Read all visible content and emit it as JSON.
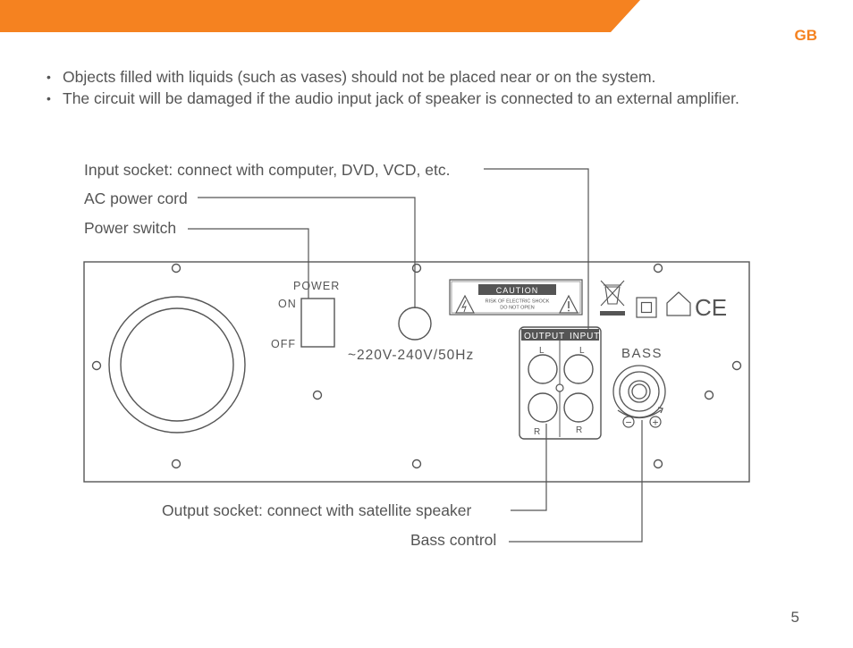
{
  "header": {
    "lang_code": "GB",
    "accent_color": "#F58220"
  },
  "notes": [
    "Objects filled with liquids (such as vases) should not be placed near or on the system.",
    "The circuit will be damaged if the audio input jack of speaker is connected to an external amplifier."
  ],
  "callouts": {
    "input_socket": "Input socket:  connect with computer, DVD, VCD, etc.",
    "ac_power_cord": "AC power cord",
    "power_switch": "Power switch",
    "output_socket": "Output socket: connect with satellite speaker",
    "bass_control": "Bass control"
  },
  "panel": {
    "power_label": "POWER",
    "on_label": "ON",
    "off_label": "OFF",
    "voltage_label": "~220V-240V/50Hz",
    "caution_title": "CAUTION",
    "caution_line1": "RISK OF ELECTRIC SHOCK",
    "caution_line2": "DO NOT OPEN",
    "ce_mark": "CE",
    "output_label": "OUTPUT",
    "input_label": "INPUT",
    "left_channel": "L",
    "right_channel": "R",
    "bass_label": "BASS",
    "minus_sign": "−",
    "plus_sign": "+"
  },
  "footer": {
    "page_number": "5"
  }
}
